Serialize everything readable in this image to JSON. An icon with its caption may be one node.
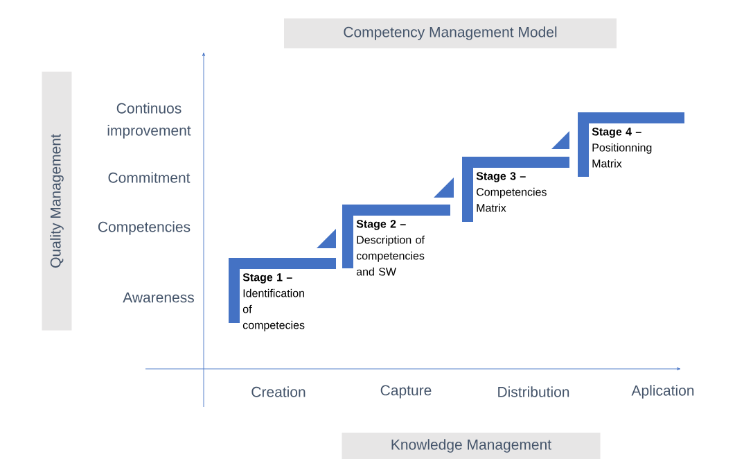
{
  "diagram": {
    "title": "Competency Management Model",
    "nodes": [
      {
        "text": [
          "Quality Management"
        ]
      },
      {
        "text": [
          "Stage 1 –",
          "Identification of competecies"
        ]
      },
      {
        "text": [
          "Stage 2 –",
          "Description of competencies and SW"
        ]
      },
      {
        "text": [
          "Stage 3 –",
          "Competencies Matrix"
        ]
      },
      {
        "text": [
          "Stage 4 –",
          "Positionning Matrix"
        ]
      },
      {
        "text": [
          "Knowledge Management"
        ]
      }
    ],
    "edges": [
      {
        "from": 2,
        "to": 1,
        "arrow": "to"
      },
      {
        "from": 3,
        "to": 2,
        "arrow": "to"
      },
      {
        "from": 4,
        "to": 3,
        "arrow": "to"
      }
    ],
    "labels": [
      "Continuos improvement",
      "Commitment",
      "Competencies",
      "Awareness",
      "Creation",
      "Capture",
      "Distribution",
      "Aplication"
    ]
  }
}
